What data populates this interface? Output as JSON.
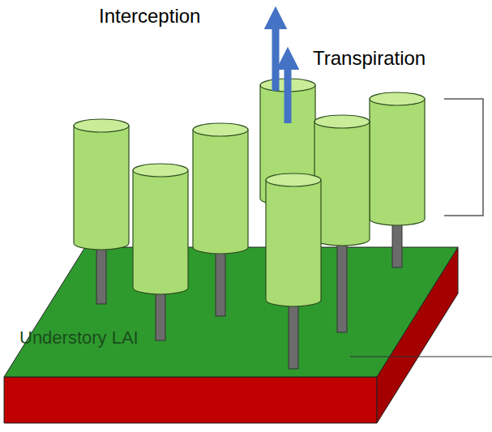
{
  "diagram": {
    "labels": [
      "Interception",
      "Transpiration",
      "Understory LAI"
    ]
  }
}
